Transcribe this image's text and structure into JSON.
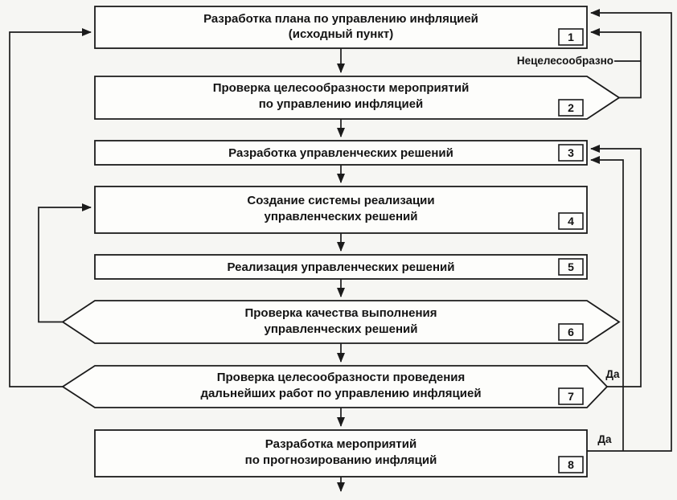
{
  "diagram": {
    "type": "flowchart",
    "language": "ru",
    "boxes": [
      {
        "number": "1",
        "shape": "rect",
        "lines": [
          "Разработка плана по управлению инфляцией",
          "(исходный пункт)"
        ]
      },
      {
        "number": "2",
        "shape": "chevron-right",
        "lines": [
          "Проверка целесообразности мероприятий",
          "по управлению инфляцией"
        ]
      },
      {
        "number": "3",
        "shape": "rect",
        "lines": [
          "Разработка управленческих решений"
        ]
      },
      {
        "number": "4",
        "shape": "rect",
        "lines": [
          "Создание системы реализации",
          "управленческих решений"
        ]
      },
      {
        "number": "5",
        "shape": "rect",
        "lines": [
          "Реализация управленческих решений"
        ]
      },
      {
        "number": "6",
        "shape": "hexagon",
        "lines": [
          "Проверка качества выполнения",
          "управленческих решений"
        ]
      },
      {
        "number": "7",
        "shape": "hexagon",
        "lines": [
          "Проверка целесообразности проведения",
          "дальнейших работ по управлению инфляцией"
        ]
      },
      {
        "number": "8",
        "shape": "rect",
        "lines": [
          "Разработка мероприятий",
          "по прогнозированию инфляций"
        ]
      }
    ],
    "labels": {
      "not_expedient": "Нецелесообразно",
      "yes_7": "Да",
      "yes_8": "Да"
    },
    "flow_sequence": [
      "1→2",
      "2→3",
      "3→4",
      "4→5",
      "5→6",
      "6→7",
      "7→8",
      "8→выход"
    ],
    "feedback_edges": [
      {
        "from": "2",
        "to": "1",
        "label": "Нецелесообразно",
        "side": "right"
      },
      {
        "from": "8",
        "to": "1",
        "label": "Да",
        "side": "right-outer"
      },
      {
        "from": "7",
        "to": "3",
        "label": "Да",
        "side": "right"
      },
      {
        "from": "8",
        "to": "3",
        "label": "",
        "side": "right-inner"
      },
      {
        "from": "7",
        "to": "1",
        "label": "",
        "side": "left"
      },
      {
        "from": "6",
        "to": "4",
        "label": "",
        "side": "left"
      }
    ],
    "colors": {
      "line": "#1b1b1b",
      "box_fill": "#fdfdfb",
      "background": "#f6f6f3",
      "text": "#141414"
    }
  }
}
